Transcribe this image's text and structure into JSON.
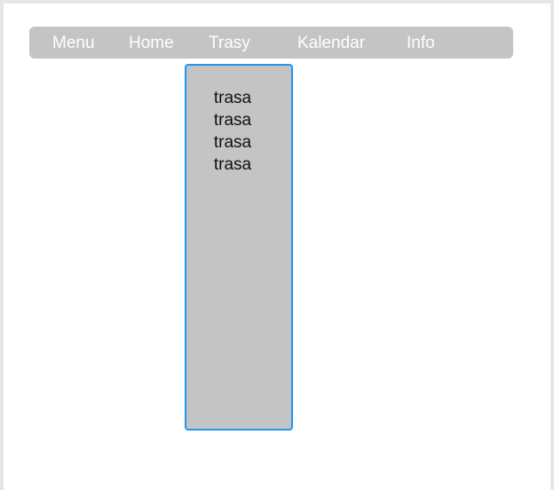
{
  "nav": {
    "items": [
      {
        "label": "Menu"
      },
      {
        "label": "Home"
      },
      {
        "label": "Trasy"
      },
      {
        "label": "Kalendar"
      },
      {
        "label": "Info"
      }
    ]
  },
  "dropdown": {
    "items": [
      {
        "label": "trasa"
      },
      {
        "label": "trasa"
      },
      {
        "label": "trasa"
      },
      {
        "label": "trasa"
      }
    ]
  },
  "colors": {
    "nav_background": "#c4c4c4",
    "nav_text": "#ffffff",
    "dropdown_background": "#c4c4c4",
    "dropdown_border": "#2196f3",
    "dropdown_text": "#111111"
  }
}
